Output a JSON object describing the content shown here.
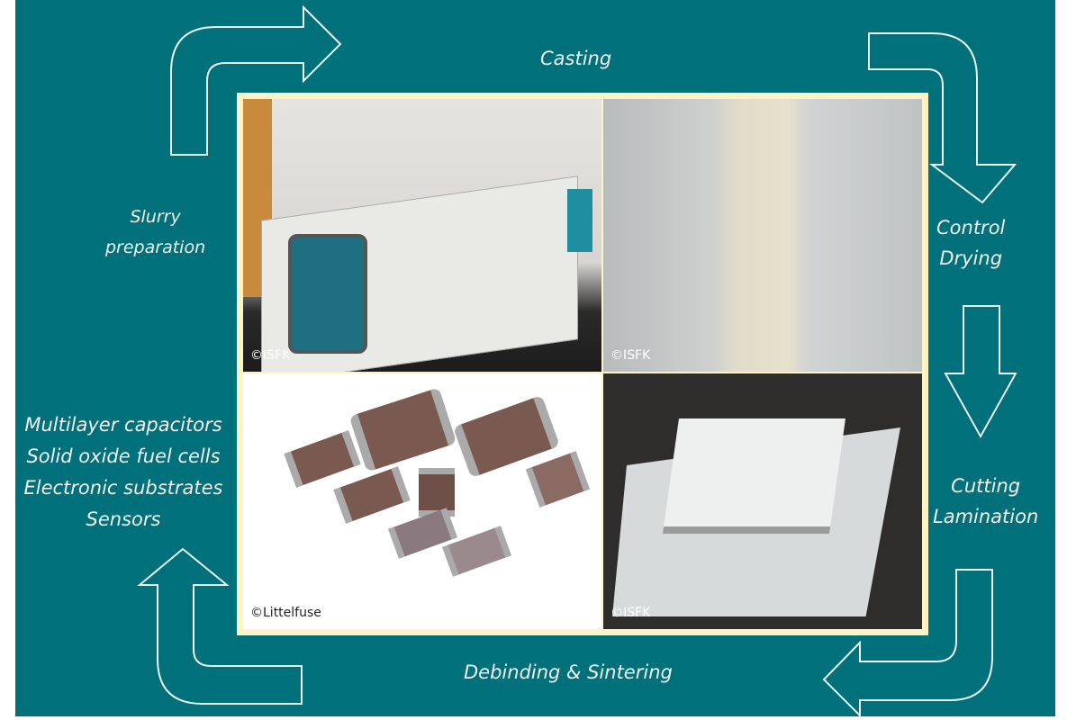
{
  "steps": {
    "casting": "Casting",
    "control_drying": [
      "Control",
      "Drying"
    ],
    "cutting_lamination": [
      "Cutting",
      "Lamination"
    ],
    "debinding_sintering": "Debinding & Sintering",
    "slurry_preparation": [
      "Slurry",
      "preparation"
    ]
  },
  "applications": [
    "Multilayer capacitors",
    "Solid oxide fuel cells",
    "Electronic substrates",
    "Sensors"
  ],
  "photos": {
    "tape_caster_credit": "©ISFK",
    "green_tape_credit": "©ISFK",
    "capacitors_credit": "©Littelfuse",
    "laminated_stack_credit": "©ISFK"
  },
  "colors": {
    "background": "#00707a",
    "frame": "#fdf3c6",
    "text": "#f2f2f2"
  }
}
